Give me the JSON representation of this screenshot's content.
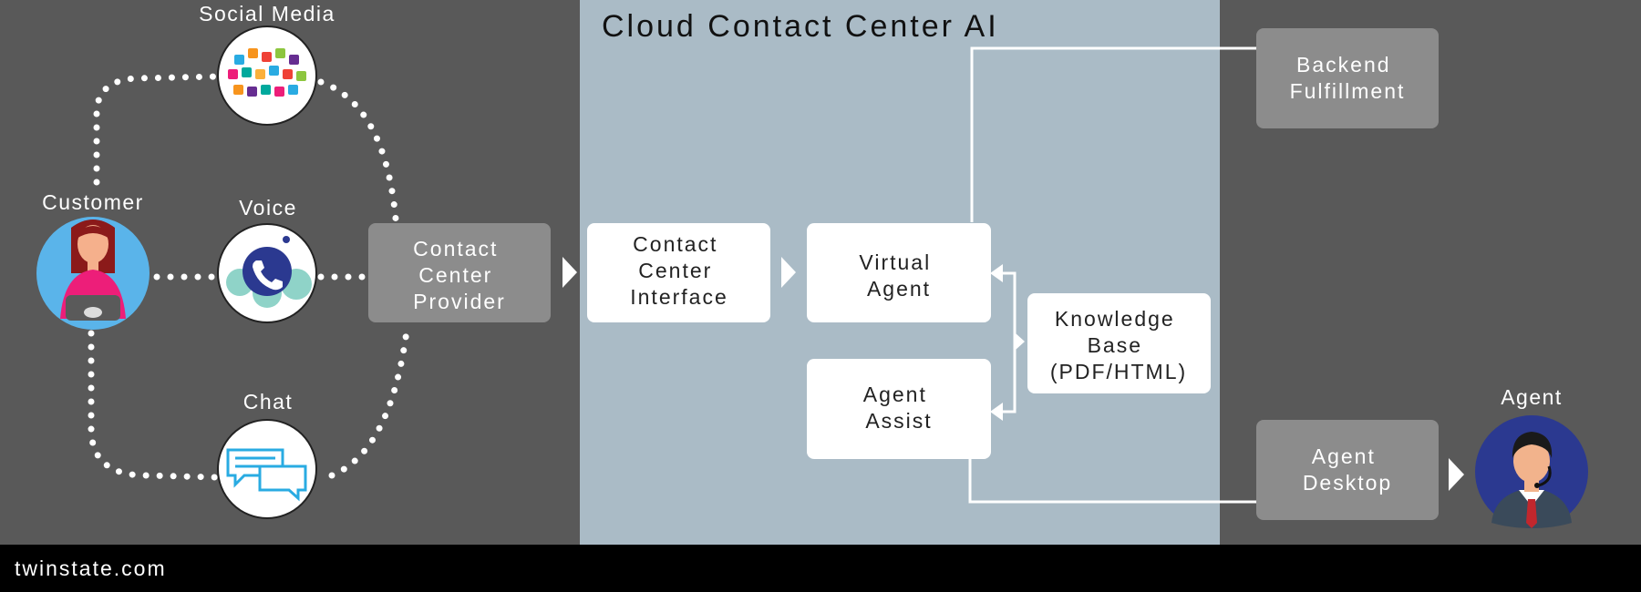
{
  "title": "Cloud Contact Center AI",
  "footer": "twinstate.com",
  "channels": {
    "social": "Social Media",
    "voice": "Voice",
    "chat": "Chat",
    "customer": "Customer",
    "agent": "Agent"
  },
  "boxes": {
    "provider": [
      "Contact",
      "Center",
      "Provider"
    ],
    "interface": [
      "Contact",
      "Center",
      "Interface"
    ],
    "virtual_agent": [
      "Virtual",
      "Agent"
    ],
    "agent_assist": [
      "Agent",
      "Assist"
    ],
    "knowledge_base": [
      "Knowledge",
      "Base",
      "(PDF/HTML)"
    ],
    "backend": [
      "Backend",
      "Fulfillment"
    ],
    "agent_desktop": [
      "Agent",
      "Desktop"
    ]
  },
  "colors": {
    "background": "#595959",
    "ai_panel": "#aabbc6",
    "grey_box": "#8c8c8c",
    "white_box": "#ffffff",
    "footer": "#000000",
    "customer_circle": "#5ab4ea",
    "agent_circle": "#2b3990",
    "voice_icon": "#2b3990",
    "chat_icon": "#29abe2"
  }
}
